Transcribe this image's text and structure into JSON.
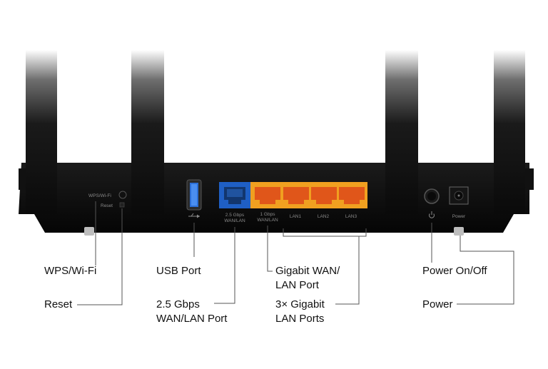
{
  "device_labels": {
    "wps_wifi": "WPS/Wi-Fi",
    "reset": "Reset",
    "wan_25": [
      "2.5 Gbps",
      "WAN/LAN"
    ],
    "wan_1": [
      "1 Gbps",
      "WAN/LAN"
    ],
    "lan1": "LAN1",
    "lan2": "LAN2",
    "lan3": "LAN3",
    "power": "Power"
  },
  "callouts": {
    "wps_wifi": "WPS/Wi-Fi",
    "reset": "Reset",
    "usb_port": "USB Port",
    "wan_25_line1": "2.5 Gbps",
    "wan_25_line2": "WAN/LAN Port",
    "gigabit_wan_line1": "Gigabit WAN/",
    "gigabit_wan_line2": "LAN Port",
    "gigabit_lan_line1": "3× Gigabit",
    "gigabit_lan_line2": "LAN Ports",
    "power_on_off": "Power On/Off",
    "power": "Power"
  },
  "colors": {
    "body": "#0d0d0d",
    "wan_25_port": "#1f5fc4",
    "gigabit_ports": "#f0a020",
    "leader_line": "#555555"
  },
  "icons": [
    "usb-icon",
    "power-icon"
  ]
}
